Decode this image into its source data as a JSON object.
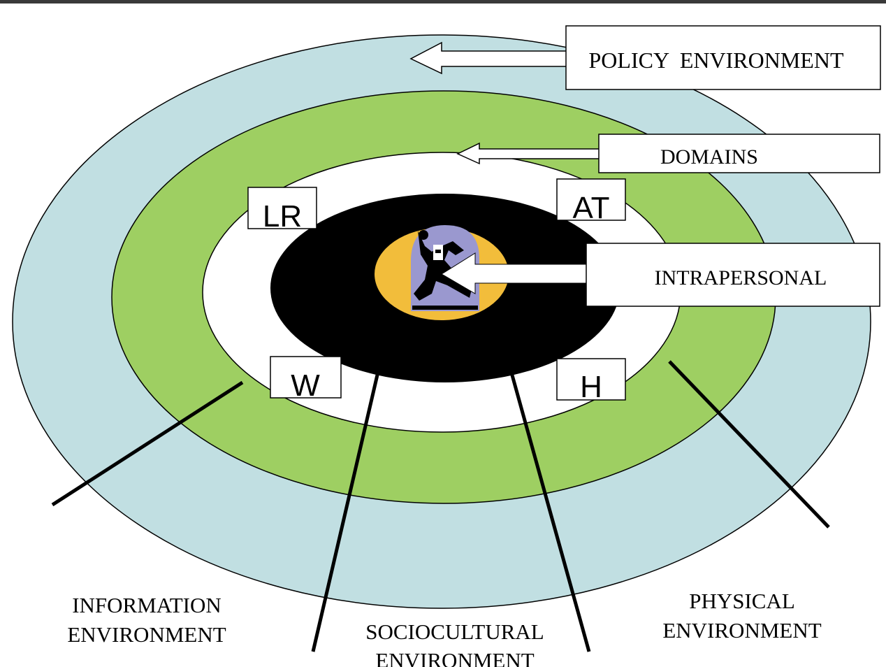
{
  "labels": {
    "policy": "POLICY  ENVIRONMENT",
    "domains": "DOMAINS",
    "intrapersonal": "INTRAPERSONAL",
    "lr": "LR",
    "at": "AT",
    "w": "W",
    "h": "H",
    "information_line1": "INFORMATION",
    "information_line2": "ENVIRONMENT",
    "sociocultural_line1": "SOCIOCULTURAL",
    "sociocultural_line2": "ENVIRONMENT",
    "physical_line1": "PHYSICAL",
    "physical_line2": "ENVIRONMENT"
  },
  "colors": {
    "outer_ring": "#c1dfe2",
    "green_ring": "#9ecf62",
    "white_ring": "#ffffff",
    "core": "#000000",
    "orange_center": "#f2bd3b",
    "figure_bg": "#9a98cf"
  },
  "icons": {
    "center_figure": "running-person-icon"
  }
}
